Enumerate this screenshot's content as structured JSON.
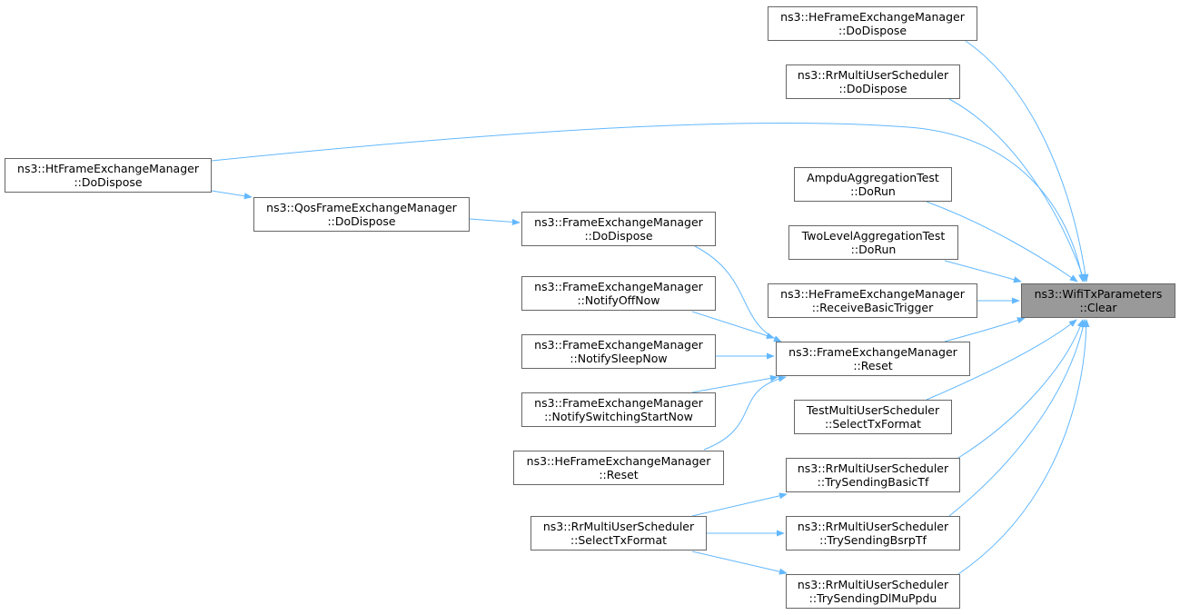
{
  "graph": {
    "colors": {
      "edge": "#63b8ff",
      "root_fill": "#999999",
      "node_border": "#666666"
    },
    "nodes": {
      "root": [
        "ns3::WifiTxParameters",
        "::Clear"
      ],
      "he_dodispose": [
        "ns3::HeFrameExchangeManager",
        "::DoDispose"
      ],
      "rr_dodispose": [
        "ns3::RrMultiUserScheduler",
        "::DoDispose"
      ],
      "ht_dodispose": [
        "ns3::HtFrameExchangeManager",
        "::DoDispose"
      ],
      "ampdu_dorun": [
        "AmpduAggregationTest",
        "::DoRun"
      ],
      "qos_dodispose": [
        "ns3::QosFrameExchangeManager",
        "::DoDispose"
      ],
      "fem_dodispose": [
        "ns3::FrameExchangeManager",
        "::DoDispose"
      ],
      "twolevel_dorun": [
        "TwoLevelAggregationTest",
        "::DoRun"
      ],
      "fem_notifyoff": [
        "ns3::FrameExchangeManager",
        "::NotifyOffNow"
      ],
      "he_receivebasic": [
        "ns3::HeFrameExchangeManager",
        "::ReceiveBasicTrigger"
      ],
      "fem_notifysleep": [
        "ns3::FrameExchangeManager",
        "::NotifySleepNow"
      ],
      "fem_reset": [
        "ns3::FrameExchangeManager",
        "::Reset"
      ],
      "fem_notifyswitch": [
        "ns3::FrameExchangeManager",
        "::NotifySwitchingStartNow"
      ],
      "test_selecttx": [
        "TestMultiUserScheduler",
        "::SelectTxFormat"
      ],
      "he_reset": [
        "ns3::HeFrameExchangeManager",
        "::Reset"
      ],
      "rr_basictf": [
        "ns3::RrMultiUserScheduler",
        "::TrySendingBasicTf"
      ],
      "rr_selecttx": [
        "ns3::RrMultiUserScheduler",
        "::SelectTxFormat"
      ],
      "rr_bsrptf": [
        "ns3::RrMultiUserScheduler",
        "::TrySendingBsrpTf"
      ],
      "rr_dlmuppdu": [
        "ns3::RrMultiUserScheduler",
        "::TrySendingDlMuPpdu"
      ]
    }
  }
}
